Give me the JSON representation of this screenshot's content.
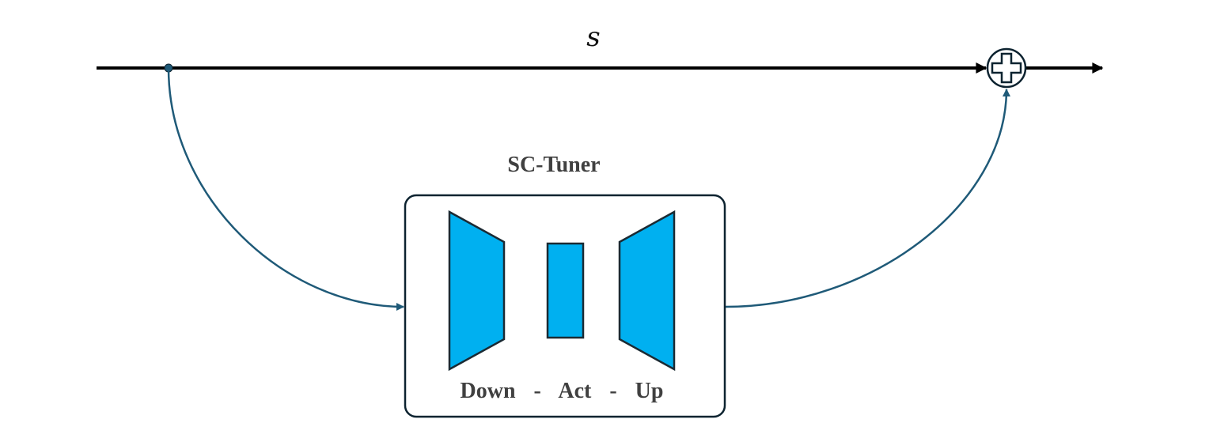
{
  "labels": {
    "skip": "s",
    "module_title": "SC-Tuner",
    "part_down": "Down",
    "sep_1": "-",
    "part_act": "Act",
    "sep_2": "-",
    "part_up": "Up"
  },
  "icons": {
    "sum_node": "circled-plus-icon"
  },
  "colors": {
    "main_line": "#000000",
    "branch_line": "#1f5a78",
    "block_fill": "#00b0f0",
    "block_stroke": "#1b2a33",
    "box_stroke": "#0d2330",
    "text": "#404040"
  }
}
